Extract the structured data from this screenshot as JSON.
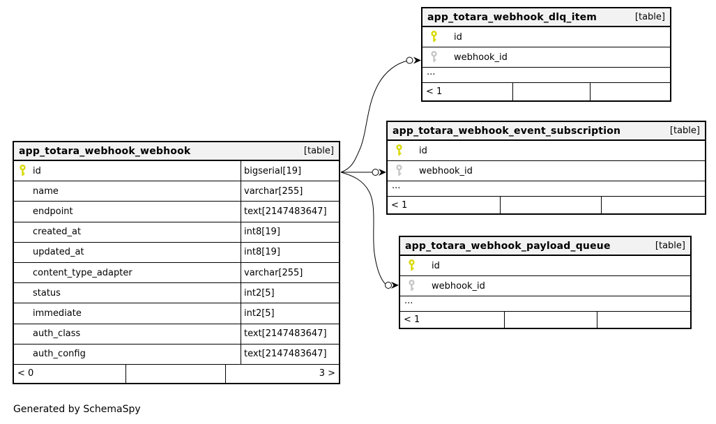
{
  "colors": {
    "primary_key": "#d8d800",
    "foreign_key": "#c6c6c6",
    "header_bg": "#f2f2f2",
    "line": "#000000"
  },
  "footer_note": "Generated by SchemaSpy",
  "tables": {
    "webhook": {
      "title": "app_totara_webhook_webhook",
      "badge": "[table]",
      "columns": [
        {
          "name": "id",
          "type": "bigserial[19]",
          "key": "primary"
        },
        {
          "name": "name",
          "type": "varchar[255]"
        },
        {
          "name": "endpoint",
          "type": "text[2147483647]"
        },
        {
          "name": "created_at",
          "type": "int8[19]"
        },
        {
          "name": "updated_at",
          "type": "int8[19]"
        },
        {
          "name": "content_type_adapter",
          "type": "varchar[255]"
        },
        {
          "name": "status",
          "type": "int2[5]"
        },
        {
          "name": "immediate",
          "type": "int2[5]"
        },
        {
          "name": "auth_class",
          "type": "text[2147483647]"
        },
        {
          "name": "auth_config",
          "type": "text[2147483647]"
        }
      ],
      "stats": {
        "children": "< 0",
        "parents": "3 >"
      }
    },
    "dlq_item": {
      "title": "app_totara_webhook_dlq_item",
      "badge": "[table]",
      "columns": [
        {
          "name": "id",
          "key": "primary"
        },
        {
          "name": "webhook_id",
          "key": "foreign"
        }
      ],
      "more": "...",
      "stats": {
        "children": "< 1"
      }
    },
    "event_subscription": {
      "title": "app_totara_webhook_event_subscription",
      "badge": "[table]",
      "columns": [
        {
          "name": "id",
          "key": "primary"
        },
        {
          "name": "webhook_id",
          "key": "foreign"
        }
      ],
      "more": "...",
      "stats": {
        "children": "< 1"
      }
    },
    "payload_queue": {
      "title": "app_totara_webhook_payload_queue",
      "badge": "[table]",
      "columns": [
        {
          "name": "id",
          "key": "primary"
        },
        {
          "name": "webhook_id",
          "key": "foreign"
        }
      ],
      "more": "...",
      "stats": {
        "children": "< 1"
      }
    }
  }
}
